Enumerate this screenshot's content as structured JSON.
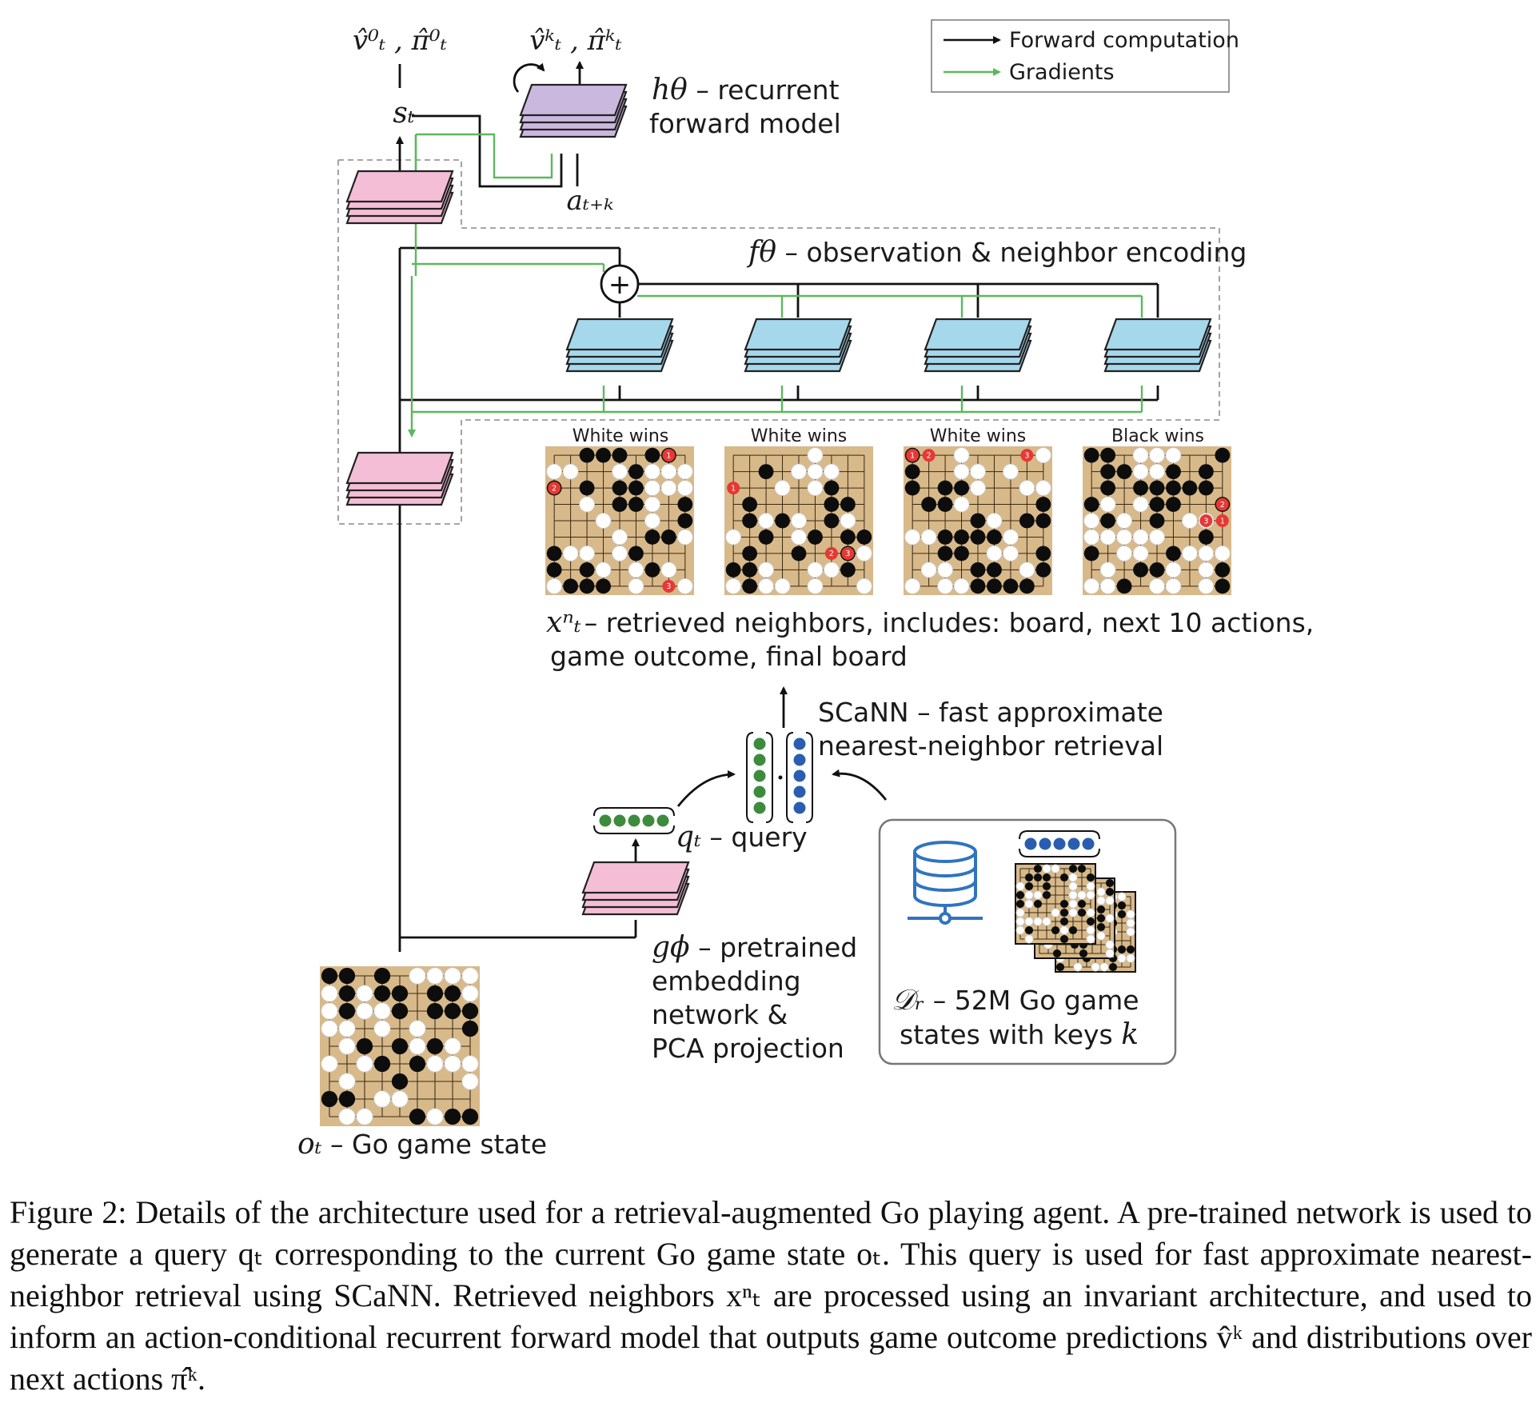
{
  "legend": {
    "forward": "Forward computation",
    "gradients": "Gradients"
  },
  "colors": {
    "forward": "#111111",
    "gradients": "#5cb85c",
    "pink": "#f4bfd6",
    "purple": "#cbb8de",
    "blue": "#a6d8ec",
    "board": "#d8b98a",
    "query_dot": "#3d8b3d",
    "key_dot": "#2a5db0",
    "db_icon": "#2f74c0",
    "stone_number": "#e53935"
  },
  "labels": {
    "v0_pi0": "v̂⁰ₜ , π̂⁰ₜ",
    "vk_pik": "v̂ᵏₜ , π̂ᵏₜ",
    "h_sym": "hθ",
    "h_text1": " – recurrent",
    "h_text2": "forward model",
    "s_t": "sₜ",
    "a_tk": "aₜ₊ₖ",
    "f_sym": "fθ",
    "f_text": " – observation & neighbor encoding",
    "x_sym": "xⁿₜ",
    "x_text1": "– retrieved neighbors, includes: board, next 10 actions,",
    "x_text2": "game outcome, final board",
    "scann1": "SCaNN – fast approximate",
    "scann2": "nearest-neighbor retrieval",
    "q_sym": "qₜ",
    "q_text": " – query",
    "g_sym": "gϕ",
    "g_text1": " – pretrained",
    "g_text2": "embedding",
    "g_text3": "network &",
    "g_text4": "PCA projection",
    "d_sym": "𝒟ᵣ",
    "d_text1": " – 52M Go game",
    "d_text2": "states with keys ",
    "d_k": "k",
    "o_sym": "oₜ",
    "o_text": " – Go game state",
    "plus": "+"
  },
  "neighbors": [
    {
      "outcome": "White wins"
    },
    {
      "outcome": "White wins"
    },
    {
      "outcome": "White wins"
    },
    {
      "outcome": "Black wins"
    }
  ],
  "caption": "Figure 2: Details of the architecture used for a retrieval-augmented Go playing agent. A pre-trained network is used to generate a query qₜ corresponding to the current Go game state oₜ. This query is used for fast approximate nearest-neighbor retrieval using SCaNN. Retrieved neighbors xⁿₜ are processed using an invariant architecture, and used to inform an action-conditional recurrent forward model that outputs game outcome predictions v̂ᵏ and distributions over next actions π̂ᵏ."
}
